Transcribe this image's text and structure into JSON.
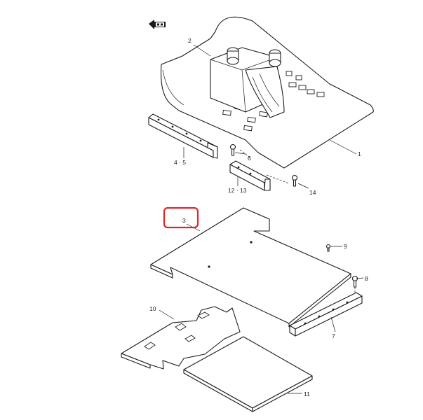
{
  "callouts": {
    "c1": "1",
    "c2": "2",
    "c3": "3",
    "c45": "4 · 5",
    "c6": "6",
    "c7": "7",
    "c8": "8",
    "c9": "9",
    "c10": "10",
    "c11": "11",
    "c1213": "12 · 13",
    "c14": "14"
  },
  "icons": {
    "direction": "front-direction-arrow-icon",
    "bolt": "bolt-icon"
  },
  "colors": {
    "line": "#1a1a1a",
    "highlight": "#e0262b",
    "background": "#ffffff"
  },
  "highlighted_part": "3"
}
